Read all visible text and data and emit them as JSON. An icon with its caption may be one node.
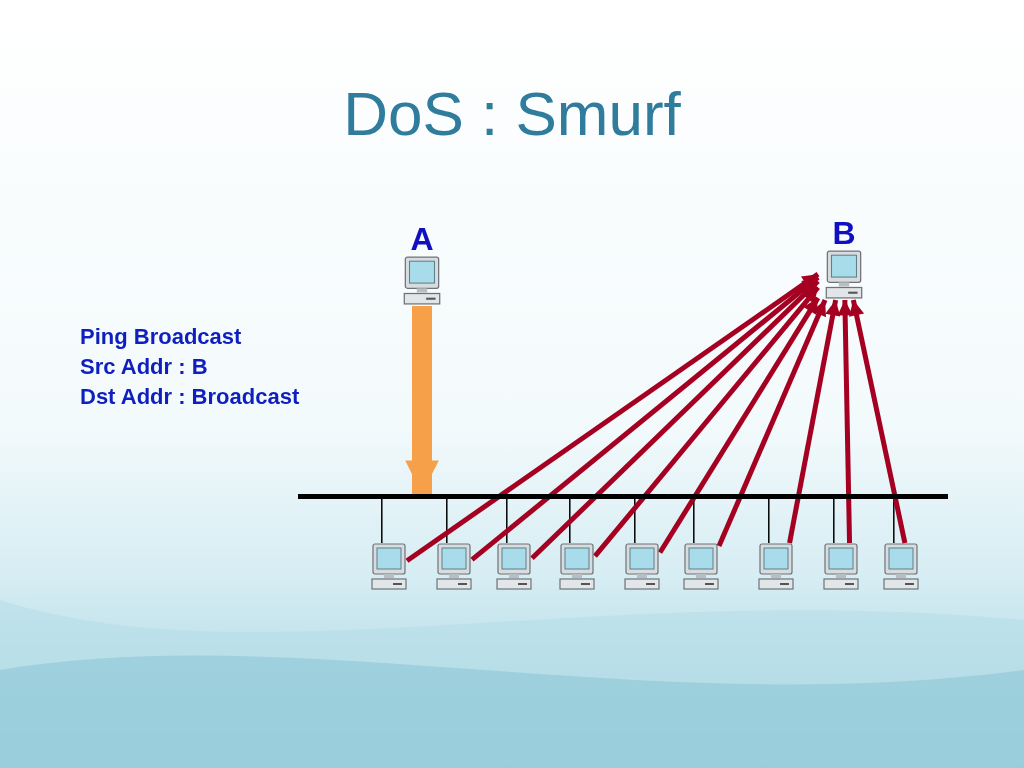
{
  "diagram": {
    "title": "DoS : Smurf",
    "nodes": [
      {
        "text": [
          "A"
        ]
      },
      {
        "text": [
          "B"
        ]
      },
      {
        "text": [],
        "shape": "bar"
      },
      {
        "text": [],
        "shape": "computer"
      },
      {
        "text": [],
        "shape": "computer"
      },
      {
        "text": [],
        "shape": "computer"
      },
      {
        "text": [],
        "shape": "computer"
      },
      {
        "text": [],
        "shape": "computer"
      },
      {
        "text": [],
        "shape": "computer"
      },
      {
        "text": [],
        "shape": "computer"
      },
      {
        "text": [],
        "shape": "computer"
      },
      {
        "text": [],
        "shape": "computer"
      }
    ],
    "edges": [
      {
        "from": 0,
        "to": 2,
        "arrow": "to",
        "style": "thick",
        "color": "#f7a04a"
      },
      {
        "from": 2,
        "to": 3,
        "arrow": "none",
        "color": "#000000"
      },
      {
        "from": 2,
        "to": 4,
        "arrow": "none",
        "color": "#000000"
      },
      {
        "from": 2,
        "to": 5,
        "arrow": "none",
        "color": "#000000"
      },
      {
        "from": 2,
        "to": 6,
        "arrow": "none",
        "color": "#000000"
      },
      {
        "from": 2,
        "to": 7,
        "arrow": "none",
        "color": "#000000"
      },
      {
        "from": 2,
        "to": 8,
        "arrow": "none",
        "color": "#000000"
      },
      {
        "from": 2,
        "to": 9,
        "arrow": "none",
        "color": "#000000"
      },
      {
        "from": 2,
        "to": 10,
        "arrow": "none",
        "color": "#000000"
      },
      {
        "from": 2,
        "to": 11,
        "arrow": "none",
        "color": "#000000"
      },
      {
        "from": 3,
        "to": 1,
        "arrow": "to",
        "color": "#a50021"
      },
      {
        "from": 4,
        "to": 1,
        "arrow": "to",
        "color": "#a50021"
      },
      {
        "from": 5,
        "to": 1,
        "arrow": "to",
        "color": "#a50021"
      },
      {
        "from": 6,
        "to": 1,
        "arrow": "to",
        "color": "#a50021"
      },
      {
        "from": 7,
        "to": 1,
        "arrow": "to",
        "color": "#a50021"
      },
      {
        "from": 8,
        "to": 1,
        "arrow": "to",
        "color": "#a50021"
      },
      {
        "from": 9,
        "to": 1,
        "arrow": "to",
        "color": "#a50021"
      },
      {
        "from": 10,
        "to": 1,
        "arrow": "to",
        "color": "#a50021"
      },
      {
        "from": 11,
        "to": 1,
        "arrow": "to",
        "color": "#a50021"
      }
    ],
    "labels": [
      "Ping Broadcast",
      "Src Addr : B",
      "Dst Addr : Broadcast"
    ]
  }
}
